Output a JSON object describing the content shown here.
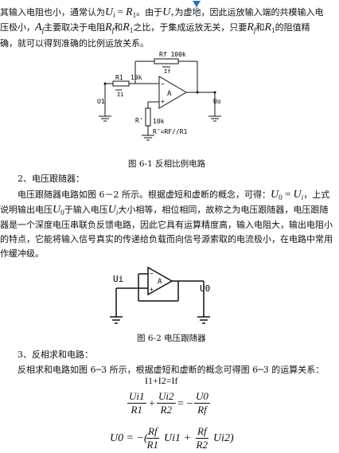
{
  "intro": {
    "l1a": "其输入电阻也小，通常认为",
    "l1b": "U",
    "l1c": "i",
    "l1d": "=",
    "l1e": "R",
    "l1f": "1",
    "l1g": "。由于",
    "l1h": "U",
    "l1i": "+",
    "l1j": "为虚地，因此运放输入端的共模输入电",
    "l2a": "压极小，",
    "l2b": "A",
    "l2c": "f",
    "l2d": "主要取决于电阻",
    "l2e": "R",
    "l2f": "f",
    "l2g": "和",
    "l2h": "R",
    "l2i": "1",
    "l2j": "之比，于集成运放无关，只要",
    "l2k": "R",
    "l2l": "f",
    "l2m": "和",
    "l2n": "R",
    "l2o": "1",
    "l2p": "的阻值精",
    "l3": "确，就可以得到准确的比例运放关系。"
  },
  "fig1": {
    "rf_label": "Rf 100k",
    "if_label": "If",
    "r1_label": "R1",
    "r1_val": "10k",
    "i1_label": "I1",
    "amp_label": "A",
    "u1_label": "U1",
    "uo_label": "Uo",
    "rp_label": "R'",
    "rp_val": "10k",
    "note": "R'=RF//R1",
    "minus": "−",
    "plus": "+",
    "caption": "图 6-1    反相比例电路"
  },
  "section2": {
    "heading": "2、电压跟随器：",
    "p1a": "电压跟随器电路如图 6－2 所示。根据虚短和虚断的概念，可得：",
    "p1b": "U",
    "p1c": "0",
    "p1d": " = ",
    "p1e": "U",
    "p1f": "i",
    "p1g": "，上式",
    "p2a": "说明输出电压",
    "p2b": "U",
    "p2c": "0",
    "p2d": "于输入电压",
    "p2e": "U",
    "p2f": "i",
    "p2g": "大小相等，相位相同，故称之为电压跟随器，电压跟随",
    "p3": "器是一个深度电压串联负反馈电路，因此它具有运算精度高，输入电阻大，输出电阻小",
    "p4": "的特点，它能将输入信号真实的传递给负载而向信号源索取的电流极小，在电路中常用",
    "p5": "作缓冲级。"
  },
  "fig2": {
    "ui_label": "Ui",
    "uo_label": "U0",
    "amp_label": "A",
    "minus": "−",
    "plus": "+",
    "caption": "图 6-2  电压跟随器"
  },
  "section3": {
    "heading": "3、反相求和电路：",
    "p1": "反相求和电路如图 6─3 所示，根据虚短和虚断的概念可得图 6─3 的运算关系：",
    "eq1": "I1+I2=If",
    "frac1_n": "Ui1",
    "frac1_d": "R1",
    "plus": "+",
    "frac2_n": "Ui2",
    "frac2_d": "R2",
    "eqsign": "= −",
    "frac3_n": "U0",
    "frac3_d": "Rf",
    "eq3_lhs": "U0 = −(",
    "eq3_f1n": "Rf",
    "eq3_f1d": "R1",
    "eq3_mid": "Ui1 +",
    "eq3_f2n": "Rf",
    "eq3_f2d": "R2",
    "eq3_end": "Ui2)"
  },
  "colors": {
    "text": "#111111",
    "cursor": "#2a6fb5"
  }
}
